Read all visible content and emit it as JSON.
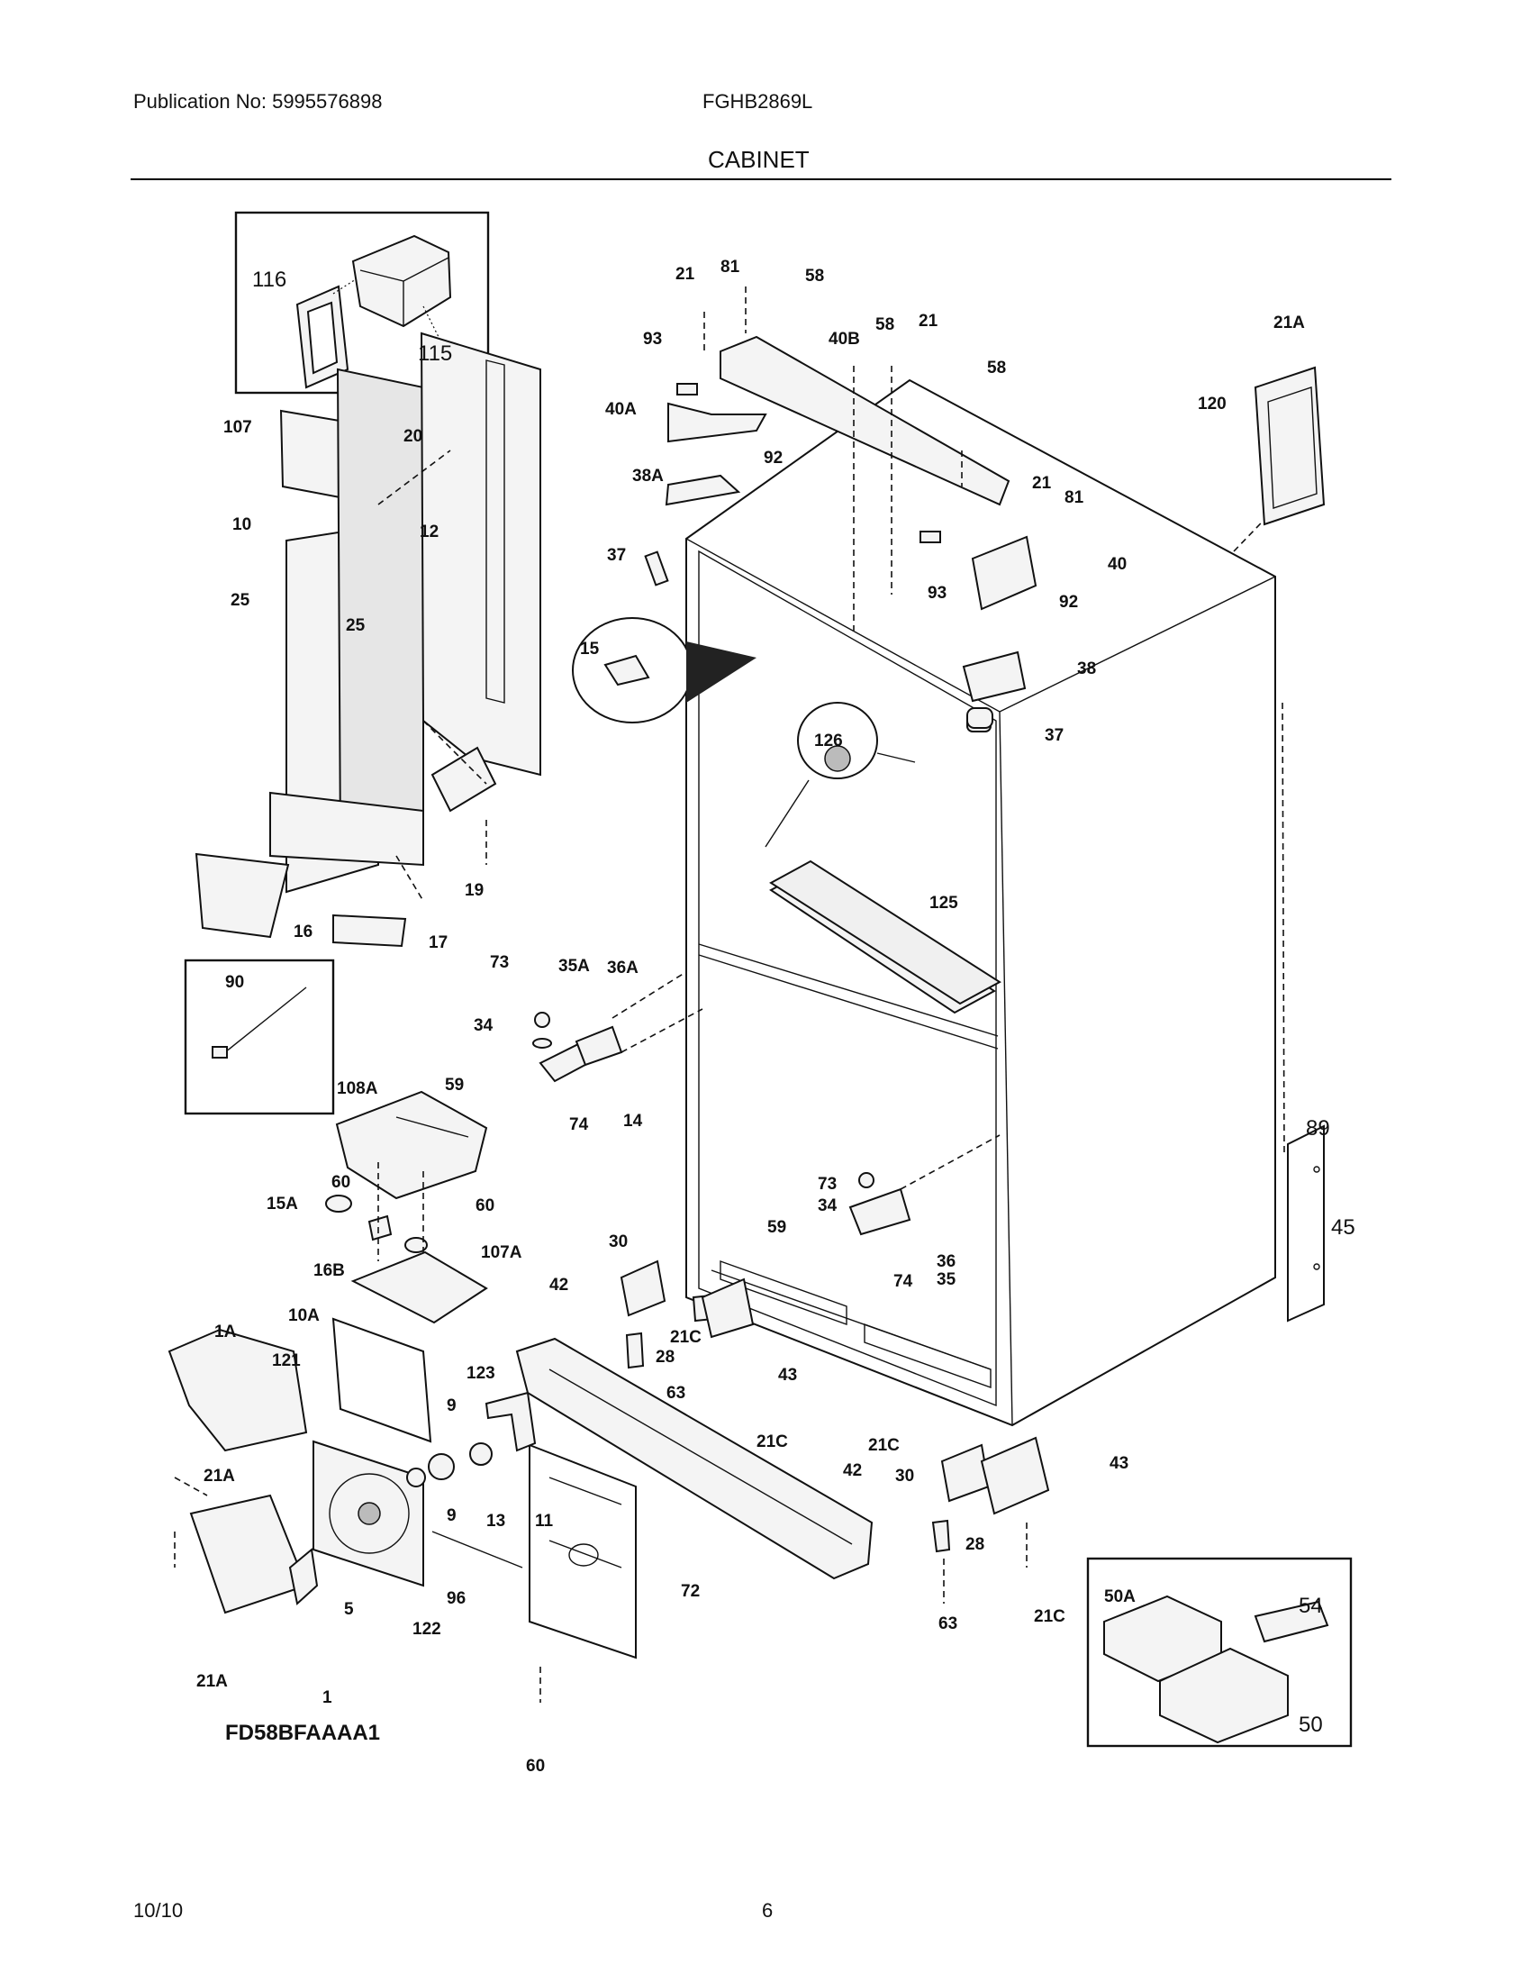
{
  "header": {
    "publication": "Publication No: 5995576898",
    "model": "FGHB2869L",
    "section_title": "CABINET"
  },
  "footer": {
    "date": "10/10",
    "page_number": "6"
  },
  "diagram": {
    "diagram_code": "FD58BFAAAA1",
    "callouts": [
      {
        "id": "c116",
        "text": "116"
      },
      {
        "id": "c115",
        "text": "115"
      },
      {
        "id": "c107",
        "text": "107"
      },
      {
        "id": "c20",
        "text": "20"
      },
      {
        "id": "c10",
        "text": "10"
      },
      {
        "id": "c12",
        "text": "12"
      },
      {
        "id": "c25a",
        "text": "25"
      },
      {
        "id": "c25b",
        "text": "25"
      },
      {
        "id": "c19",
        "text": "19"
      },
      {
        "id": "c16",
        "text": "16"
      },
      {
        "id": "c17",
        "text": "17"
      },
      {
        "id": "c90",
        "text": "90"
      },
      {
        "id": "c21a",
        "text": "21"
      },
      {
        "id": "c81a",
        "text": "81"
      },
      {
        "id": "c58a",
        "text": "58"
      },
      {
        "id": "c93a",
        "text": "93"
      },
      {
        "id": "c40B",
        "text": "40B"
      },
      {
        "id": "c58b",
        "text": "58"
      },
      {
        "id": "c21b",
        "text": "21"
      },
      {
        "id": "c58c",
        "text": "58"
      },
      {
        "id": "c40A",
        "text": "40A"
      },
      {
        "id": "c92a",
        "text": "92"
      },
      {
        "id": "c38A",
        "text": "38A"
      },
      {
        "id": "c21c",
        "text": "21"
      },
      {
        "id": "c81b",
        "text": "81"
      },
      {
        "id": "c37a",
        "text": "37"
      },
      {
        "id": "c40",
        "text": "40"
      },
      {
        "id": "c93b",
        "text": "93"
      },
      {
        "id": "c92b",
        "text": "92"
      },
      {
        "id": "c38",
        "text": "38"
      },
      {
        "id": "c15",
        "text": "15"
      },
      {
        "id": "c126",
        "text": "126"
      },
      {
        "id": "c37b",
        "text": "37"
      },
      {
        "id": "c21A_top",
        "text": "21A"
      },
      {
        "id": "c120",
        "text": "120"
      },
      {
        "id": "c125",
        "text": "125"
      },
      {
        "id": "c73a",
        "text": "73"
      },
      {
        "id": "c35A",
        "text": "35A"
      },
      {
        "id": "c36A",
        "text": "36A"
      },
      {
        "id": "c34a",
        "text": "34"
      },
      {
        "id": "c59a",
        "text": "59"
      },
      {
        "id": "c74a",
        "text": "74"
      },
      {
        "id": "c108A",
        "text": "108A"
      },
      {
        "id": "c14",
        "text": "14"
      },
      {
        "id": "c60a",
        "text": "60"
      },
      {
        "id": "c15A",
        "text": "15A"
      },
      {
        "id": "c60b",
        "text": "60"
      },
      {
        "id": "c16B",
        "text": "16B"
      },
      {
        "id": "c107A",
        "text": "107A"
      },
      {
        "id": "c30a",
        "text": "30"
      },
      {
        "id": "c42a",
        "text": "42"
      },
      {
        "id": "c21Ca",
        "text": "21C"
      },
      {
        "id": "c28a",
        "text": "28"
      },
      {
        "id": "c63a",
        "text": "63"
      },
      {
        "id": "c43a",
        "text": "43"
      },
      {
        "id": "c21Cb",
        "text": "21C"
      },
      {
        "id": "c73b",
        "text": "73"
      },
      {
        "id": "c34b",
        "text": "34"
      },
      {
        "id": "c59b",
        "text": "59"
      },
      {
        "id": "c36",
        "text": "36"
      },
      {
        "id": "c74b",
        "text": "74"
      },
      {
        "id": "c35",
        "text": "35"
      },
      {
        "id": "c89",
        "text": "89"
      },
      {
        "id": "c45",
        "text": "45"
      },
      {
        "id": "c1A",
        "text": "1A"
      },
      {
        "id": "c10A",
        "text": "10A"
      },
      {
        "id": "c121",
        "text": "121"
      },
      {
        "id": "c123",
        "text": "123"
      },
      {
        "id": "c9a",
        "text": "9"
      },
      {
        "id": "c9b",
        "text": "9"
      },
      {
        "id": "c13",
        "text": "13"
      },
      {
        "id": "c11",
        "text": "11"
      },
      {
        "id": "c21Aa",
        "text": "21A"
      },
      {
        "id": "c96",
        "text": "96"
      },
      {
        "id": "c5",
        "text": "5"
      },
      {
        "id": "c122",
        "text": "122"
      },
      {
        "id": "c72",
        "text": "72"
      },
      {
        "id": "c21Ab",
        "text": "21A"
      },
      {
        "id": "c1",
        "text": "1"
      },
      {
        "id": "c60c",
        "text": "60"
      },
      {
        "id": "c21Cc",
        "text": "21C"
      },
      {
        "id": "c42b",
        "text": "42"
      },
      {
        "id": "c30b",
        "text": "30"
      },
      {
        "id": "c43b",
        "text": "43"
      },
      {
        "id": "c28b",
        "text": "28"
      },
      {
        "id": "c63b",
        "text": "63"
      },
      {
        "id": "c21Cd",
        "text": "21C"
      },
      {
        "id": "c50A",
        "text": "50A"
      },
      {
        "id": "c54",
        "text": "54"
      },
      {
        "id": "c50",
        "text": "50"
      }
    ]
  }
}
